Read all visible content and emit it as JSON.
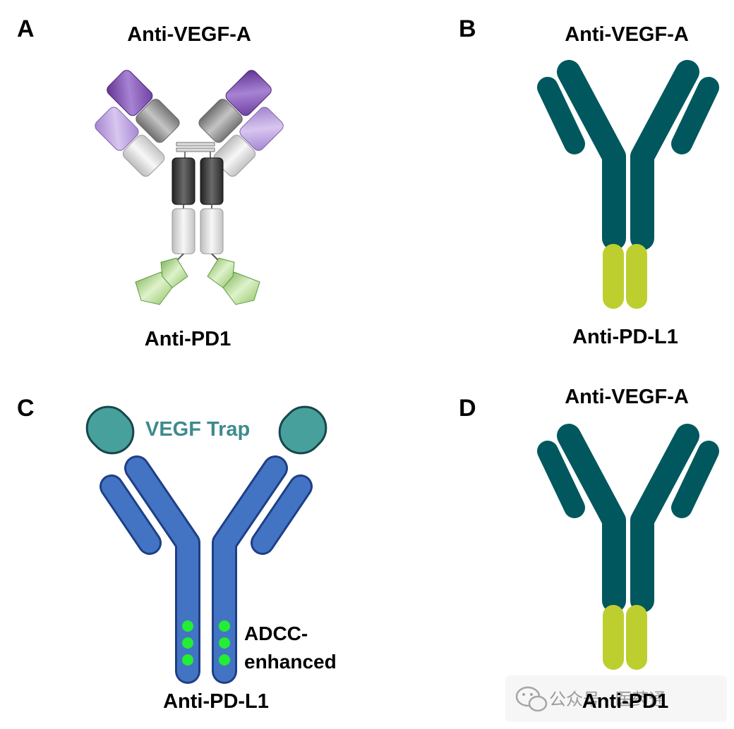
{
  "panels": {
    "a": {
      "letter": "A",
      "top_label": "Anti-VEGF-A",
      "bottom_label": "Anti-PD1"
    },
    "b": {
      "letter": "B",
      "top_label": "Anti-VEGF-A",
      "bottom_label": "Anti-PD-L1"
    },
    "c": {
      "letter": "C",
      "trap_label": "VEGF Trap",
      "adcc_line1": "ADCC-",
      "adcc_line2": "enhanced",
      "bottom_label": "Anti-PD-L1"
    },
    "d": {
      "letter": "D",
      "top_label": "Anti-VEGF-A",
      "bottom_label": "Anti-PD1"
    }
  },
  "watermark": {
    "text": "公众号 · 医药通"
  },
  "colors": {
    "teal_antibody": "#00575e",
    "lime_domain": "#bccf2e",
    "blue_antibody": "#4374c4",
    "blue_outline": "#1e3f86",
    "trap_fill": "#47a09c",
    "trap_text": "#3f8a8c",
    "adcc_dot": "#22ee33",
    "purple_domain": "#8a5fb8",
    "lavender_domain": "#b79adb",
    "gray_domain": "#8f8f8f",
    "light_domain": "#e0e0e0",
    "dark_domain": "#3d3d3d",
    "green_domain": "#9fcf7a"
  }
}
